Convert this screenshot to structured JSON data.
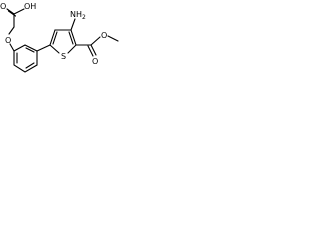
{
  "molecule": {
    "atoms": {
      "hydroxyl": "OH",
      "ether_oxygen": "O",
      "carbonyl_oxygen_acid": "O",
      "amino": "NH",
      "amino_subscript": "2",
      "sulfur": "S",
      "ester_oxygen": "O",
      "carbonyl_oxygen_ester": "O"
    }
  }
}
